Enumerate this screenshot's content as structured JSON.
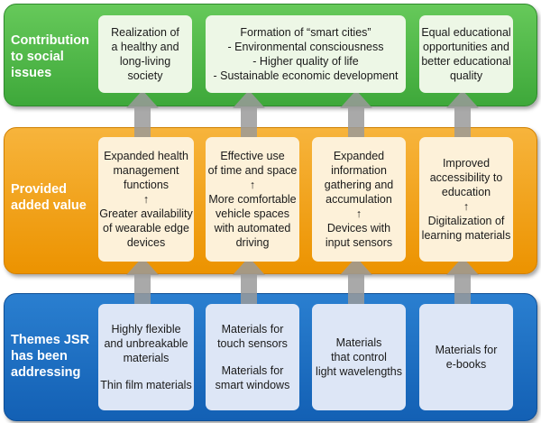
{
  "colors": {
    "green": "#4cb644",
    "orange": "#f0a21a",
    "blue": "#1b6ec2",
    "arrow": "#9a9a9a"
  },
  "rows": {
    "contribution": {
      "label": "Contribution\nto social\nissues",
      "boxes": [
        [
          "Realization of",
          "a healthy and",
          "long-living",
          "society"
        ],
        [
          "Formation of “smart cities”",
          "- Environmental consciousness",
          "- Higher quality of life",
          "- Sustainable economic development"
        ],
        [
          "Equal educational",
          "opportunities and",
          "better educational",
          "quality"
        ]
      ]
    },
    "value": {
      "label": "Provided\nadded value",
      "boxes": [
        [
          "Expanded health",
          "management",
          "functions",
          "↑",
          "Greater availability",
          "of wearable edge",
          "devices"
        ],
        [
          "Effective use",
          "of time and space",
          "↑",
          "More comfortable",
          "vehicle spaces",
          "with automated",
          "driving"
        ],
        [
          "Expanded",
          "information",
          "gathering and",
          "accumulation",
          "↑",
          "Devices with",
          "input sensors"
        ],
        [
          "Improved",
          "accessibility to",
          "education",
          "↑",
          "Digitalization of",
          "learning materials"
        ]
      ]
    },
    "themes": {
      "label": "Themes JSR\nhas been\naddressing",
      "boxes": [
        [
          "Highly flexible",
          "and unbreakable",
          "materials",
          "",
          "Thin film materials"
        ],
        [
          "Materials for",
          "touch sensors",
          "",
          "Materials for",
          "smart windows"
        ],
        [
          "Materials",
          "that control",
          "light wavelengths"
        ],
        [
          "Materials for",
          "e-books"
        ]
      ]
    }
  }
}
